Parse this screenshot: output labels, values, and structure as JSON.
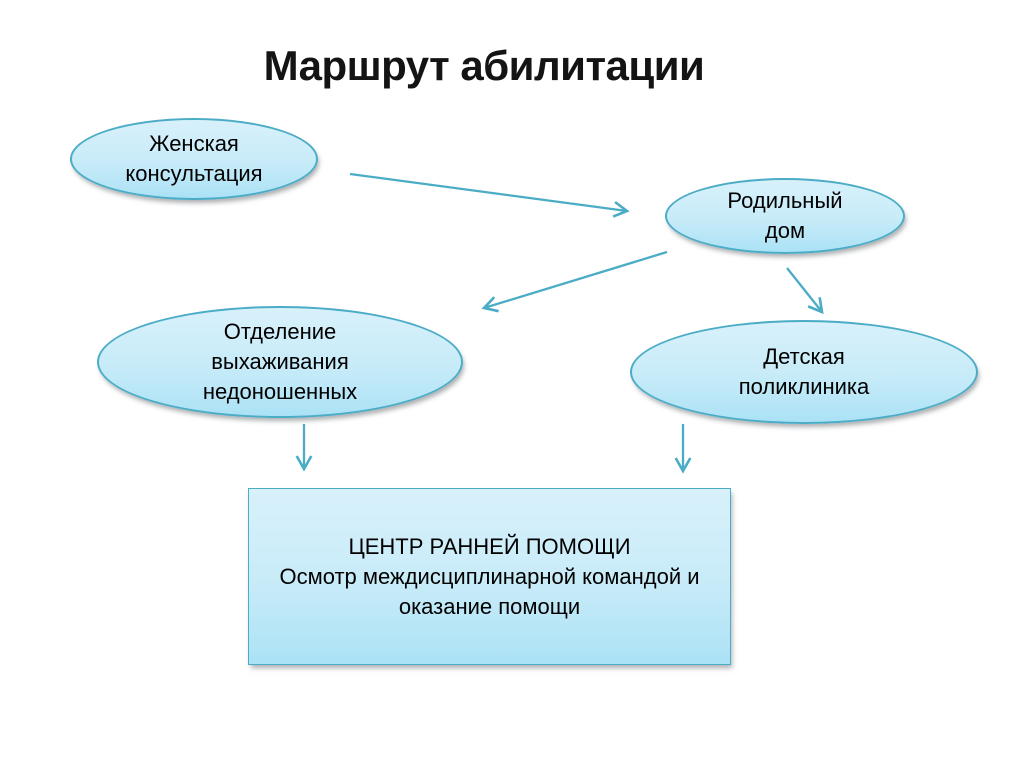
{
  "title": "Маршрут абилитации",
  "nodes": {
    "womens_clinic": {
      "shape": "ellipse",
      "lines": [
        "Женская",
        "консультация"
      ]
    },
    "maternity_hospital": {
      "shape": "ellipse",
      "lines": [
        "Родильный",
        "дом"
      ]
    },
    "preterm_unit": {
      "shape": "ellipse",
      "lines": [
        "Отделение",
        "выхаживания",
        "недоношенных"
      ]
    },
    "children_polyclinic": {
      "shape": "ellipse",
      "lines": [
        "Детская",
        "поликлиника"
      ]
    },
    "early_help_center": {
      "shape": "rectangle",
      "lines": [
        "ЦЕНТР РАННЕЙ ПОМОЩИ",
        "Осмотр междисциплинарной командой и",
        "оказание помощи"
      ]
    }
  },
  "edges": [
    {
      "from": "womens_clinic",
      "to": "maternity_hospital"
    },
    {
      "from": "maternity_hospital",
      "to": "preterm_unit"
    },
    {
      "from": "maternity_hospital",
      "to": "children_polyclinic"
    },
    {
      "from": "preterm_unit",
      "to": "early_help_center"
    },
    {
      "from": "children_polyclinic",
      "to": "early_help_center"
    }
  ],
  "colors": {
    "accent_border": "#4bacc6",
    "arrow": "#4bacc6",
    "shape_fill_top": "#d8f1fb",
    "shape_fill_bottom": "#abe2f6",
    "text": "#000000",
    "title_text": "#141414",
    "background": "#ffffff"
  }
}
